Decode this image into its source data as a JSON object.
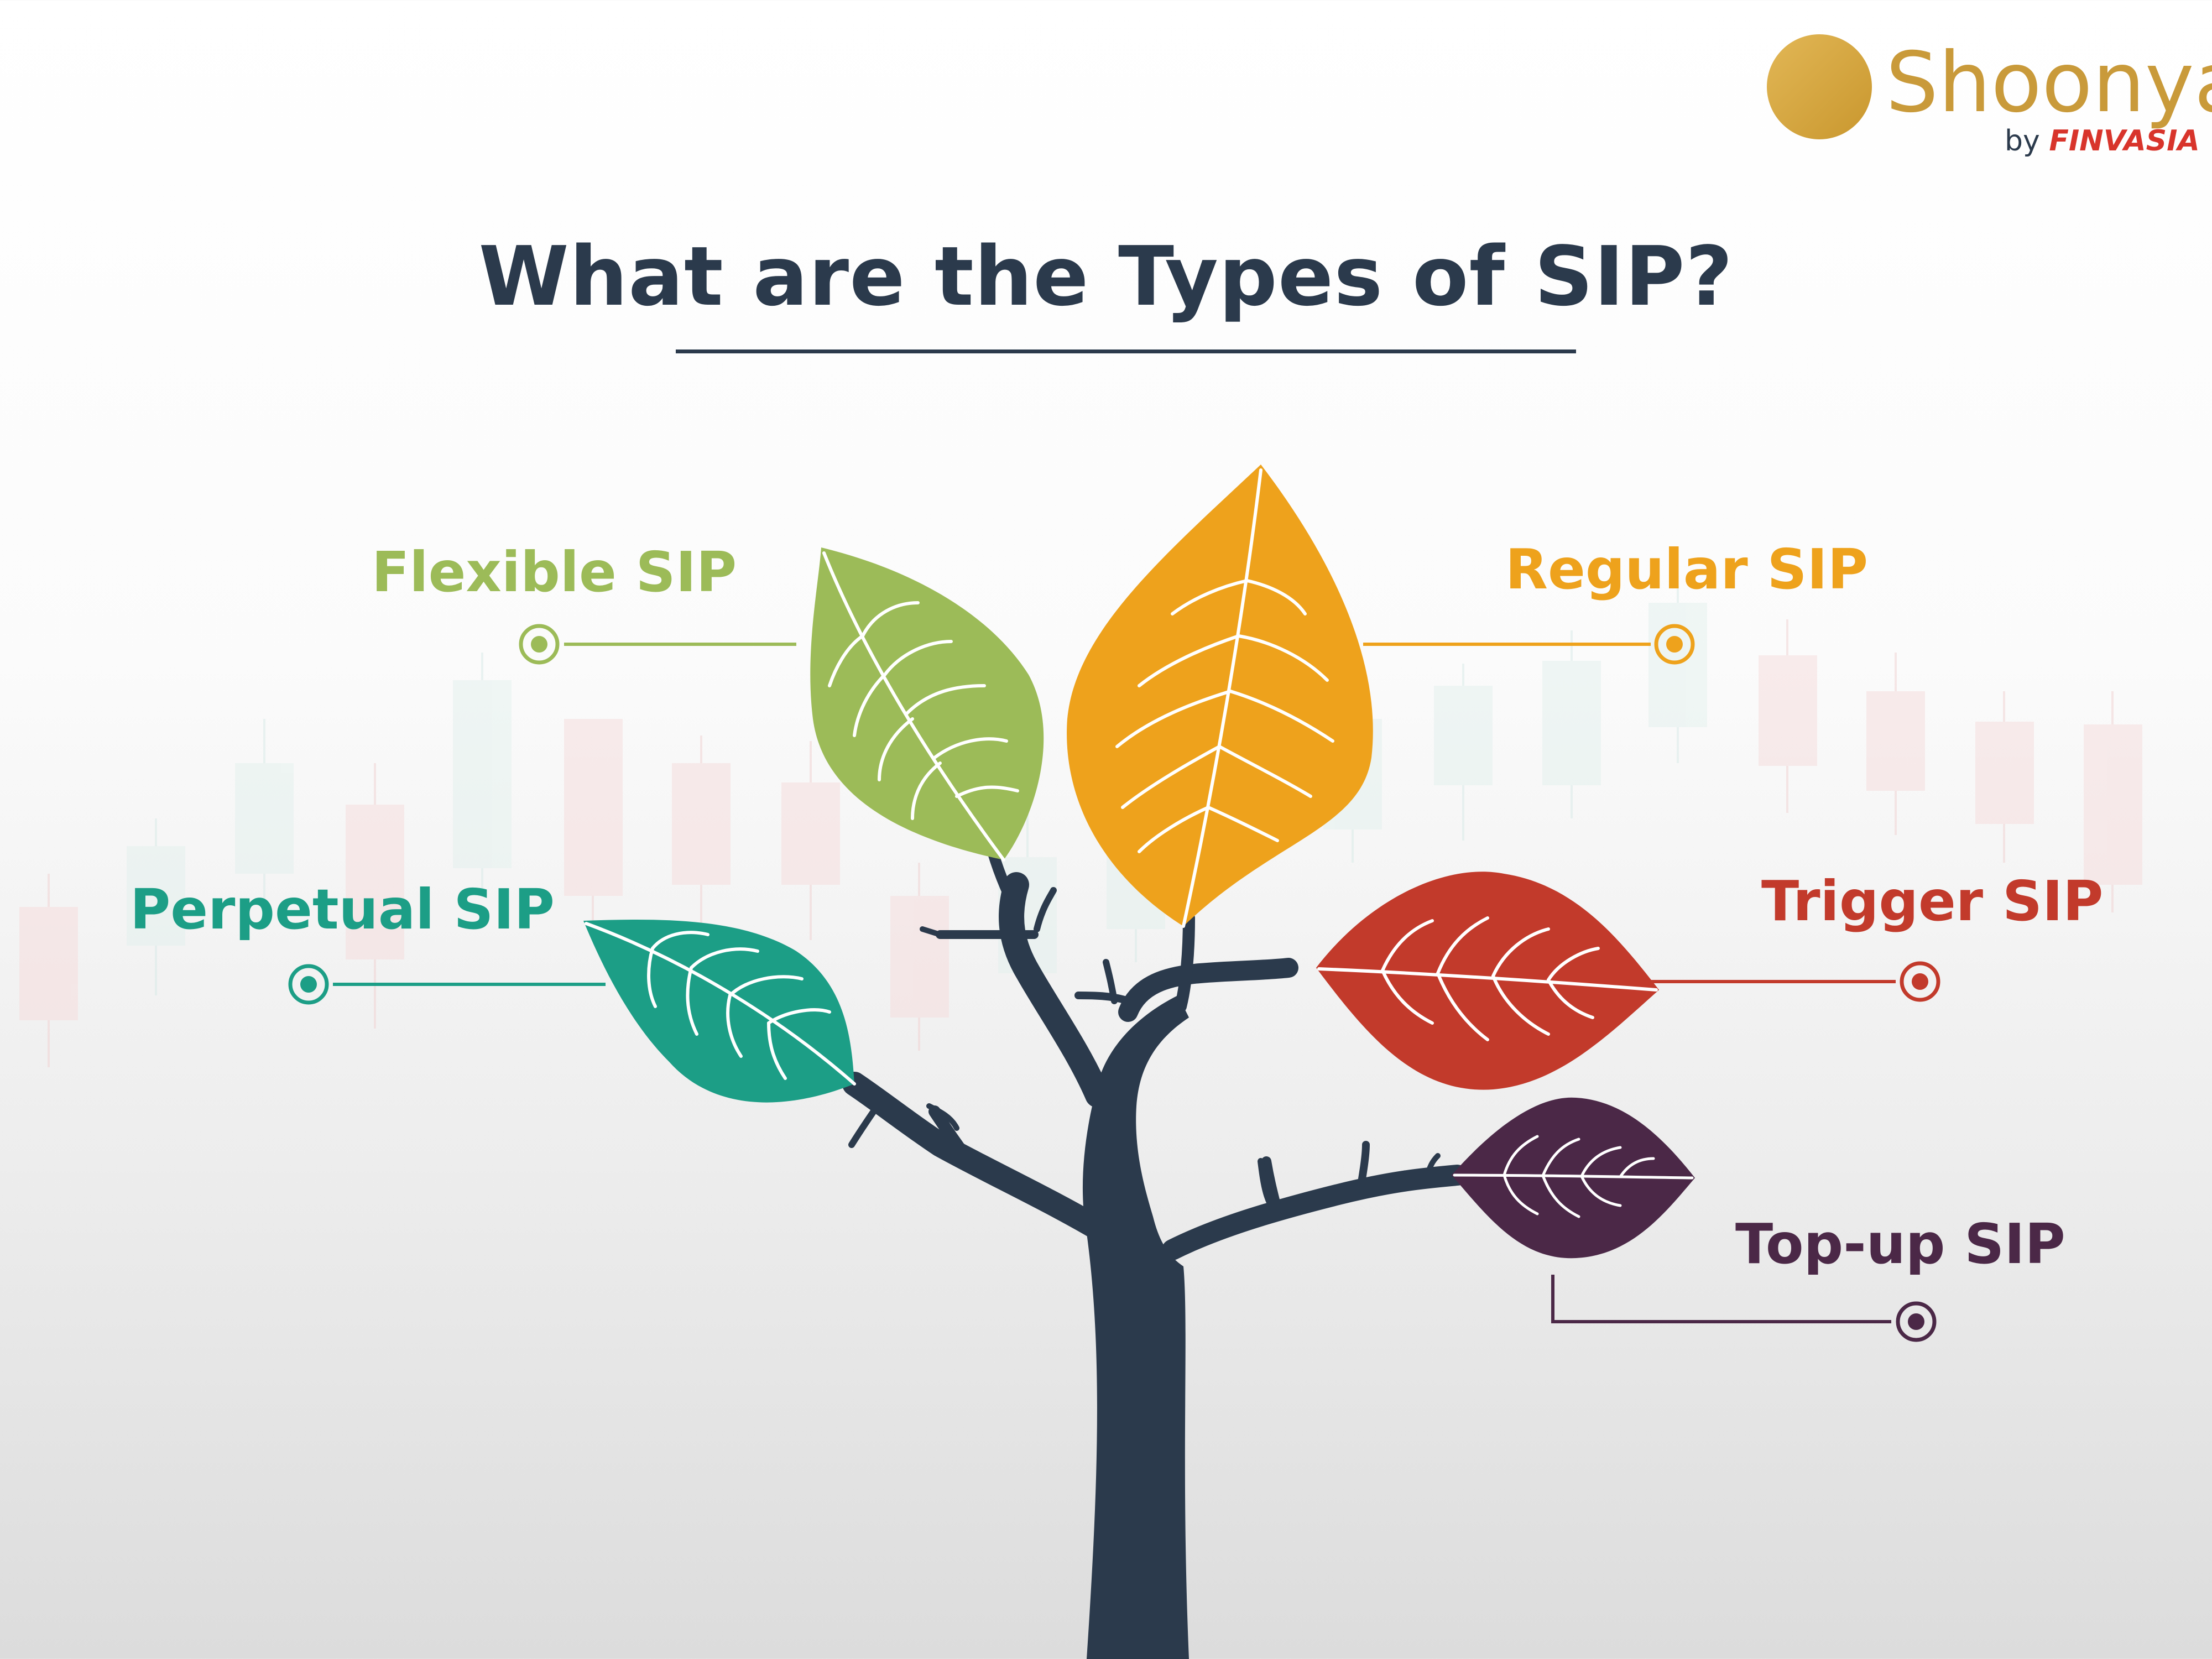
{
  "title": "What are the Types of SIP?",
  "logo": {
    "name": "Shoonya",
    "byline": "by",
    "brand": "FINVASIA"
  },
  "types": [
    {
      "label": "Flexible SIP",
      "color": "#9cbb58"
    },
    {
      "label": "Regular SIP",
      "color": "#eea21c"
    },
    {
      "label": "Perpetual SIP",
      "color": "#1c9e86"
    },
    {
      "label": "Trigger SIP",
      "color": "#c23a2b"
    },
    {
      "label": "Top-up SIP",
      "color": "#4b2847"
    }
  ],
  "colors": {
    "trunk": "#2b3a4c",
    "title": "#2b3a4c",
    "gold": "#c99a3a"
  }
}
